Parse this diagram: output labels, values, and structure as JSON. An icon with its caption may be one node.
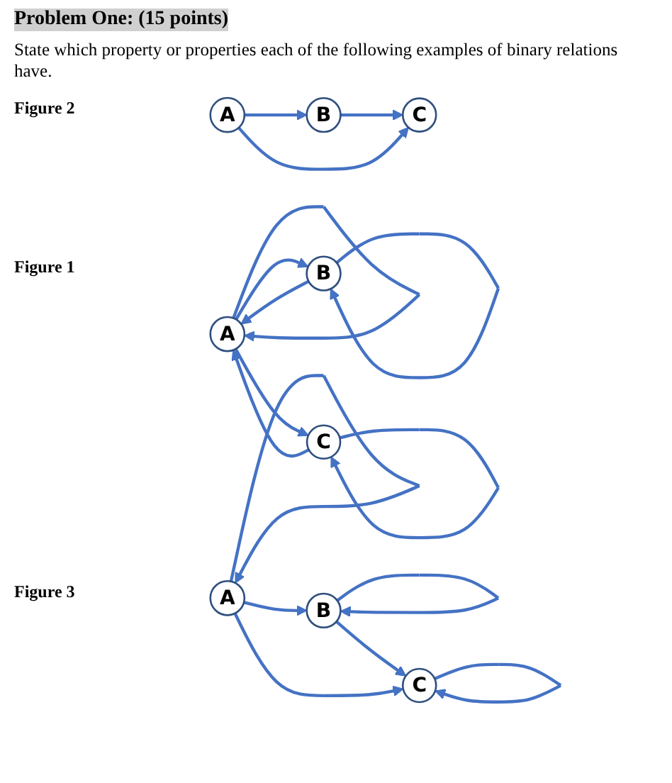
{
  "diagram": {
    "title": "Problem One: (15 points)",
    "nodes": [
      {
        "text": [
          "A"
        ]
      },
      {
        "text": [
          "B"
        ]
      },
      {
        "text": [
          "C"
        ]
      },
      {
        "text": [
          "A"
        ]
      },
      {
        "text": [
          "B"
        ]
      },
      {
        "text": [
          "C"
        ]
      },
      {
        "text": [
          "A"
        ]
      },
      {
        "text": [
          "B"
        ]
      },
      {
        "text": [
          "C"
        ]
      }
    ],
    "edges": [
      {
        "from": 0,
        "to": 0,
        "arrow": "to"
      },
      {
        "from": 1,
        "to": 0,
        "arrow": "to"
      },
      {
        "from": 0,
        "to": 1,
        "arrow": "to"
      },
      {
        "from": 1,
        "to": 1,
        "arrow": "to"
      },
      {
        "from": 0,
        "to": 2,
        "arrow": "to"
      },
      {
        "from": 2,
        "to": 0,
        "arrow": "to"
      },
      {
        "from": 2,
        "to": 2,
        "arrow": "to"
      },
      {
        "from": 3,
        "to": 4,
        "arrow": "to"
      },
      {
        "from": 4,
        "to": 5,
        "arrow": "to"
      },
      {
        "from": 3,
        "to": 5,
        "arrow": "to"
      },
      {
        "from": 6,
        "to": 6,
        "arrow": "to"
      },
      {
        "from": 7,
        "to": 7,
        "arrow": "to"
      },
      {
        "from": 6,
        "to": 7,
        "arrow": "to"
      },
      {
        "from": 7,
        "to": 8,
        "arrow": "to"
      },
      {
        "from": 6,
        "to": 8,
        "arrow": "to"
      },
      {
        "from": 8,
        "to": 8,
        "arrow": "to"
      }
    ],
    "labels": [
      "State which property or properties each of the following examples of binary relations have.",
      "Figure 1",
      "Figure 2",
      "Figure 3"
    ]
  }
}
